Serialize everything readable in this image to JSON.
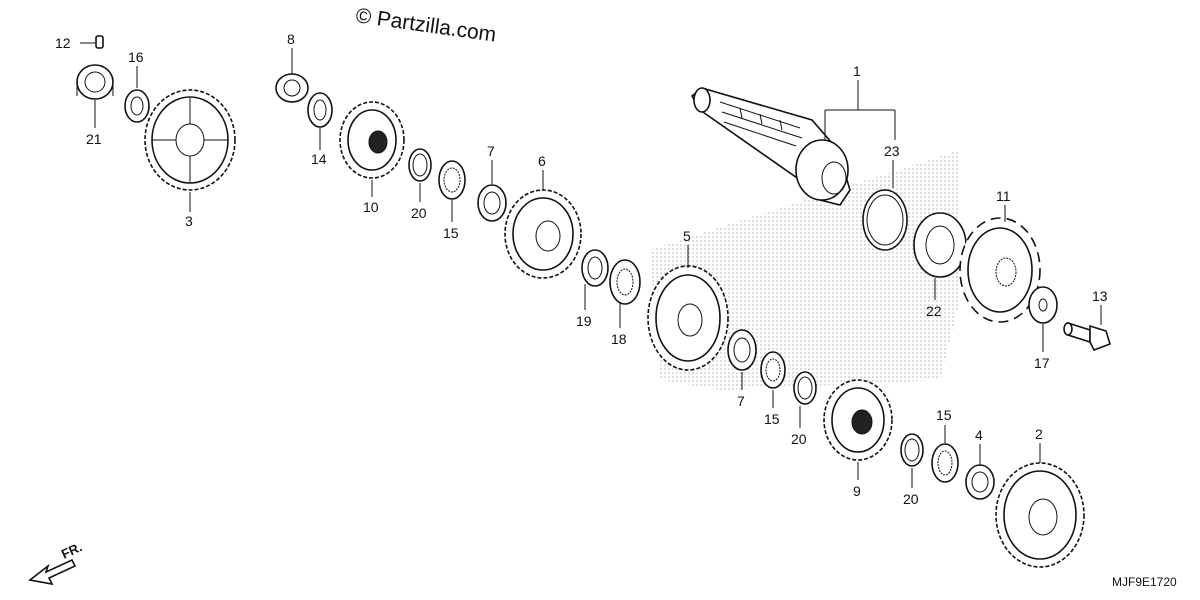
{
  "watermark": "© Partzilla.com",
  "diagram_code": "MJF9E1720",
  "direction_label": "FR.",
  "callouts": {
    "c1": "1",
    "c2": "2",
    "c3": "3",
    "c4": "4",
    "c5": "5",
    "c6": "6",
    "c7a": "7",
    "c7b": "7",
    "c8": "8",
    "c9": "9",
    "c10": "10",
    "c11": "11",
    "c12": "12",
    "c13": "13",
    "c14": "14",
    "c15a": "15",
    "c15b": "15",
    "c15c": "15",
    "c16": "16",
    "c17": "17",
    "c18": "18",
    "c19": "19",
    "c20a": "20",
    "c20b": "20",
    "c20c": "20",
    "c21": "21",
    "c22": "22",
    "c23": "23"
  }
}
